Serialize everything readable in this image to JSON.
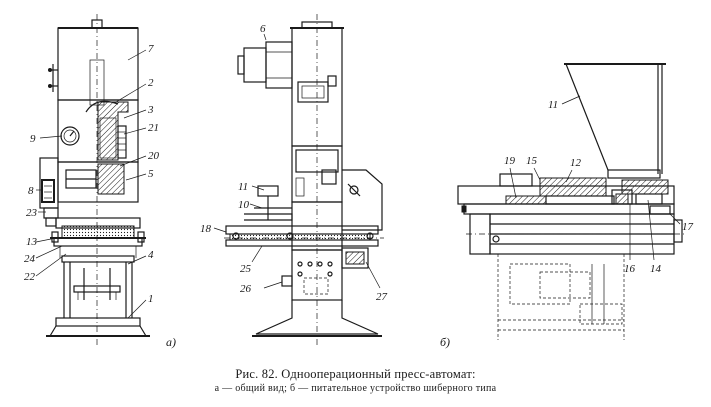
{
  "caption": {
    "title": "Рис. 82. Однооперационный пресс-автомат:",
    "subtitle": "а — общий вид; б — питательное устройство шиберного типа"
  },
  "view_labels": {
    "a": "а)",
    "b": "б)"
  },
  "callouts": {
    "c1": "1",
    "c2": "2",
    "c3": "3",
    "c4": "4",
    "c5": "5",
    "c6": "6",
    "c7": "7",
    "c8": "8",
    "c9": "9",
    "c10": "10",
    "c11a": "11",
    "c11b": "11",
    "c12": "12",
    "c13": "13",
    "c14": "14",
    "c15": "15",
    "c16": "16",
    "c17": "17",
    "c18": "18",
    "c19": "19",
    "c20": "20",
    "c21": "21",
    "c22": "22",
    "c23": "23",
    "c24": "24",
    "c25": "25",
    "c26": "26",
    "c27": "27"
  }
}
